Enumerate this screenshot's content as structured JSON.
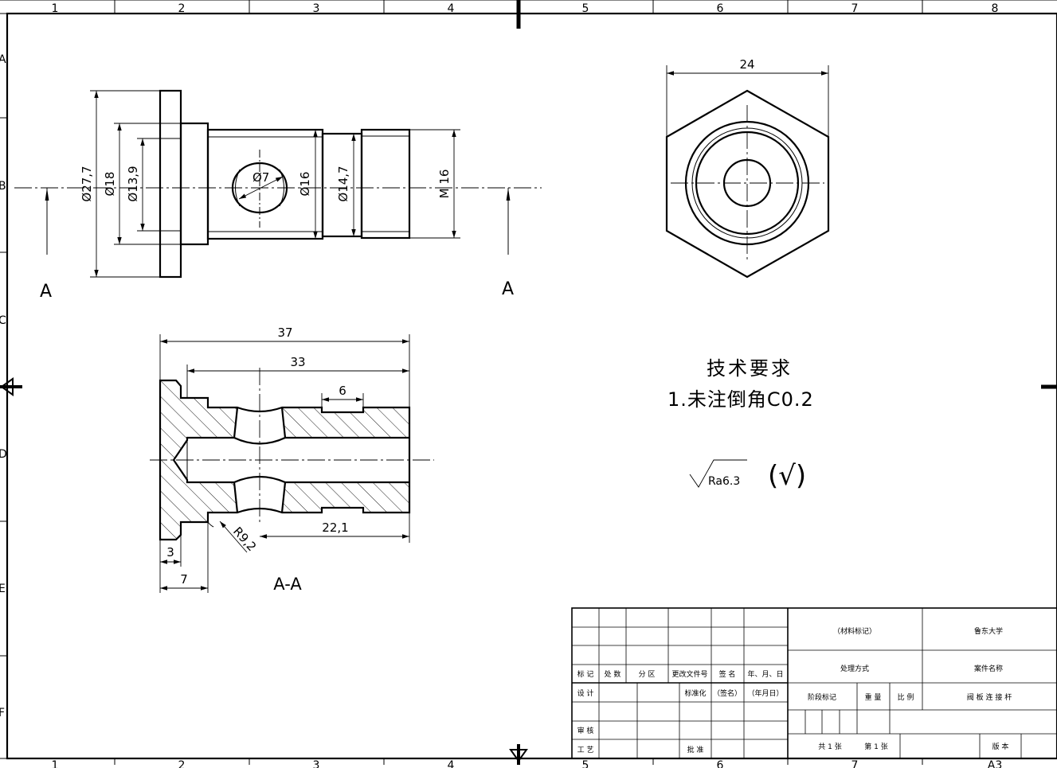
{
  "zones": {
    "columns": [
      "1",
      "2",
      "3",
      "4",
      "5",
      "6",
      "7",
      "8"
    ],
    "rows": [
      "A",
      "B",
      "C",
      "D",
      "E",
      "F"
    ],
    "bottom_partial": [
      "1",
      "2",
      "3",
      "4",
      "5",
      "6",
      "7",
      "A3"
    ]
  },
  "front_view": {
    "dims": {
      "d1": "Ø27,7",
      "d2": "Ø18",
      "d3": "Ø13,9",
      "d4": "Ø7",
      "d5": "Ø16",
      "d6": "Ø14,7",
      "thread": "M 16"
    },
    "section_labels": [
      "A",
      "A"
    ]
  },
  "hex_view": {
    "width_dim": "24"
  },
  "section_view": {
    "dims": {
      "len1": "37",
      "len2": "33",
      "groove": "6",
      "radius": "R9,2",
      "len3": "22,1",
      "flange": "3",
      "shoulder": "7"
    },
    "title": "A-A"
  },
  "notes": {
    "heading": "技术要求",
    "item1": "1.未注倒角C0.2"
  },
  "roughness": {
    "value": "Ra6.3",
    "other": "(√)"
  },
  "title_block": {
    "material": "（材料标记）",
    "org": "鲁东大学",
    "process": "处理方式",
    "case_label": "案件名称",
    "part_name": "阀 板 连 接 杆",
    "stage": "阶段标记",
    "weight": "重 量",
    "scale": "比 例",
    "sheets_total": "共 1 张",
    "sheet_no": "第 1 张",
    "version": "版 本",
    "rev_headers": [
      "标 记",
      "处 数",
      "分 区",
      "更改文件号",
      "签 名",
      "年、月、日"
    ],
    "design": "设 计",
    "standard": "标准化",
    "sign": "（签名）",
    "date": "（年月日）",
    "review": "审 核",
    "craft": "工 艺",
    "approve": "批 准"
  }
}
